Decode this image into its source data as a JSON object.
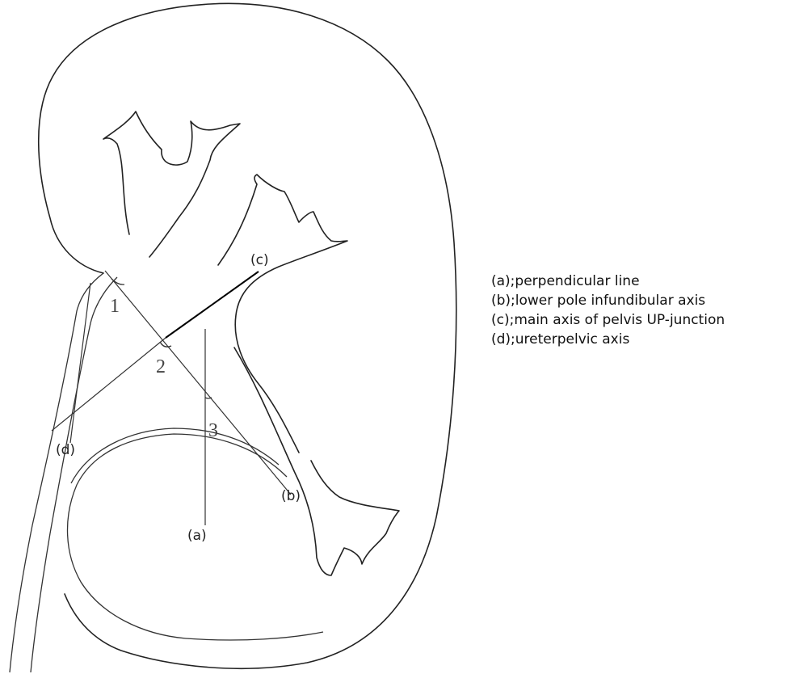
{
  "labels": {
    "a": "(a)",
    "b": "(b)",
    "c": "(c)",
    "d": "(d)",
    "angle1": "1",
    "angle2": "2",
    "angle3": "3"
  },
  "legend": [
    {
      "key": "(a)",
      "text": "(a);perpendicular line"
    },
    {
      "key": "(b)",
      "text": "(b);lower pole infundibular axis"
    },
    {
      "key": "(c)",
      "text": "(c);main axis of pelvis UP-junction"
    },
    {
      "key": "(d)",
      "text": "(d);ureterpelvic axis"
    }
  ]
}
